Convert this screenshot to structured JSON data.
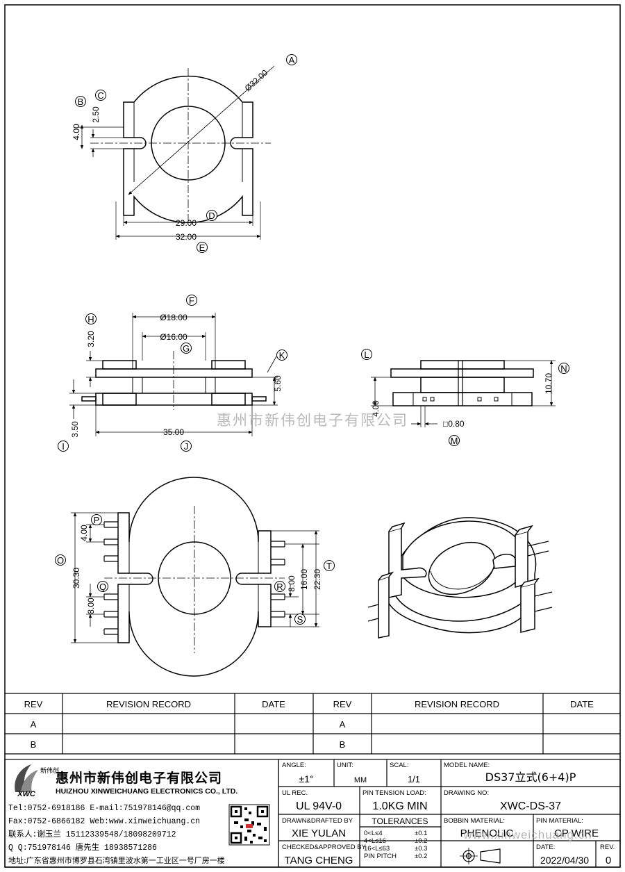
{
  "dimensions": {
    "diameter_32": "Ø32.00",
    "d_4_top": "4.00",
    "d_2_50": "2.50",
    "w_29": "29.00",
    "w_32": "32.00",
    "diameter_18": "Ø18.00",
    "diameter_16": "Ø16.00",
    "d_3_20": "3.20",
    "d_5_60": "5.60",
    "d_3_50": "3.50",
    "w_35": "35.00",
    "d_4_side": "4.00",
    "d_10_70": "10.70",
    "d_0_80": "□0.80",
    "d_4_bottom": "4.00",
    "d_30_30": "30.30",
    "d_8_left": "8.00",
    "d_8_right": "8.00",
    "d_16": "16.00",
    "d_22_30": "22.30"
  },
  "callouts": {
    "A": "A",
    "B": "B",
    "C": "C",
    "D": "D",
    "E": "E",
    "F": "F",
    "G": "G",
    "H": "H",
    "I": "I",
    "J": "J",
    "K": "K",
    "L": "L",
    "M": "M",
    "N": "N",
    "O": "O",
    "P": "P",
    "Q": "Q",
    "R": "R",
    "S": "S",
    "T": "T"
  },
  "watermark_center": "惠州市新伟创电子有限公司",
  "watermark_bottom": "www.xinweichuang.cn",
  "revision_table": {
    "headers": [
      "REV",
      "REVISION RECORD",
      "DATE",
      "REV",
      "REVISION RECORD",
      "DATE"
    ],
    "rows": [
      [
        "A",
        "",
        "",
        "A",
        "",
        ""
      ],
      [
        "B",
        "",
        "",
        "B",
        "",
        ""
      ]
    ]
  },
  "company": {
    "logo_text": "XWC",
    "logo_cn": "新伟创",
    "name_cn": "惠州市新伟创电子有限公司",
    "name_en": "HUIZHOU XINWEICHUANG ELECTRONICS CO., LTD.",
    "tel_line": "Tel:0752-6918186 E-mail:751978146@qq.com",
    "fax_line": "Fax:0752-6866182 Web:www.xinweichuang.cn",
    "contact_line": "联系人:谢玉兰 15112339548/18098209712",
    "qq_line": "Q Q:751978146    唐先生 18938571286",
    "address_line": "地址:广东省惠州市博罗县石湾镇里波水第一工业区一号厂房一楼"
  },
  "title_block": {
    "angle_label": "ANGLE:",
    "angle_value": "±1°",
    "unit_label": "UNIT:",
    "unit_value": "MM",
    "scale_label": "SCAL:",
    "scale_value": "1/1",
    "model_label": "MODEL NAME:",
    "model_value": "DS37立式(6+4)P",
    "ul_label": "UL REC.",
    "ul_value": "UL 94V-0",
    "pin_tension_label": "PIN TENSION LOAD:",
    "pin_tension_value": "1.0KG MIN",
    "drawing_no_label": "DRAWING NO:",
    "drawing_no_value": "XWC-DS-37",
    "drawn_label": "DRAWN&DRAFTED BY",
    "drawn_value": "XIE YULAN",
    "tolerances_label": "TOLERANCES",
    "tol_rows": [
      [
        "0<L≤4",
        "±0.1"
      ],
      [
        "4<L≤16",
        "±0.2"
      ],
      [
        "16<L≤63",
        "±0.3"
      ],
      [
        "PIN PITCH",
        "±0.2"
      ]
    ],
    "bobbin_label": "BOBBIN MATERIAL:",
    "bobbin_value": "PHENOLIC",
    "pin_material_label": "PIN MATERIAL:",
    "pin_material_value": "CP WIRE",
    "checked_label": "CHECKED&APPROVED BY",
    "checked_value": "TANG CHENG",
    "date_label": "DATE:",
    "date_value": "2022/04/30",
    "rev_label": "REV.",
    "rev_value": "0"
  }
}
